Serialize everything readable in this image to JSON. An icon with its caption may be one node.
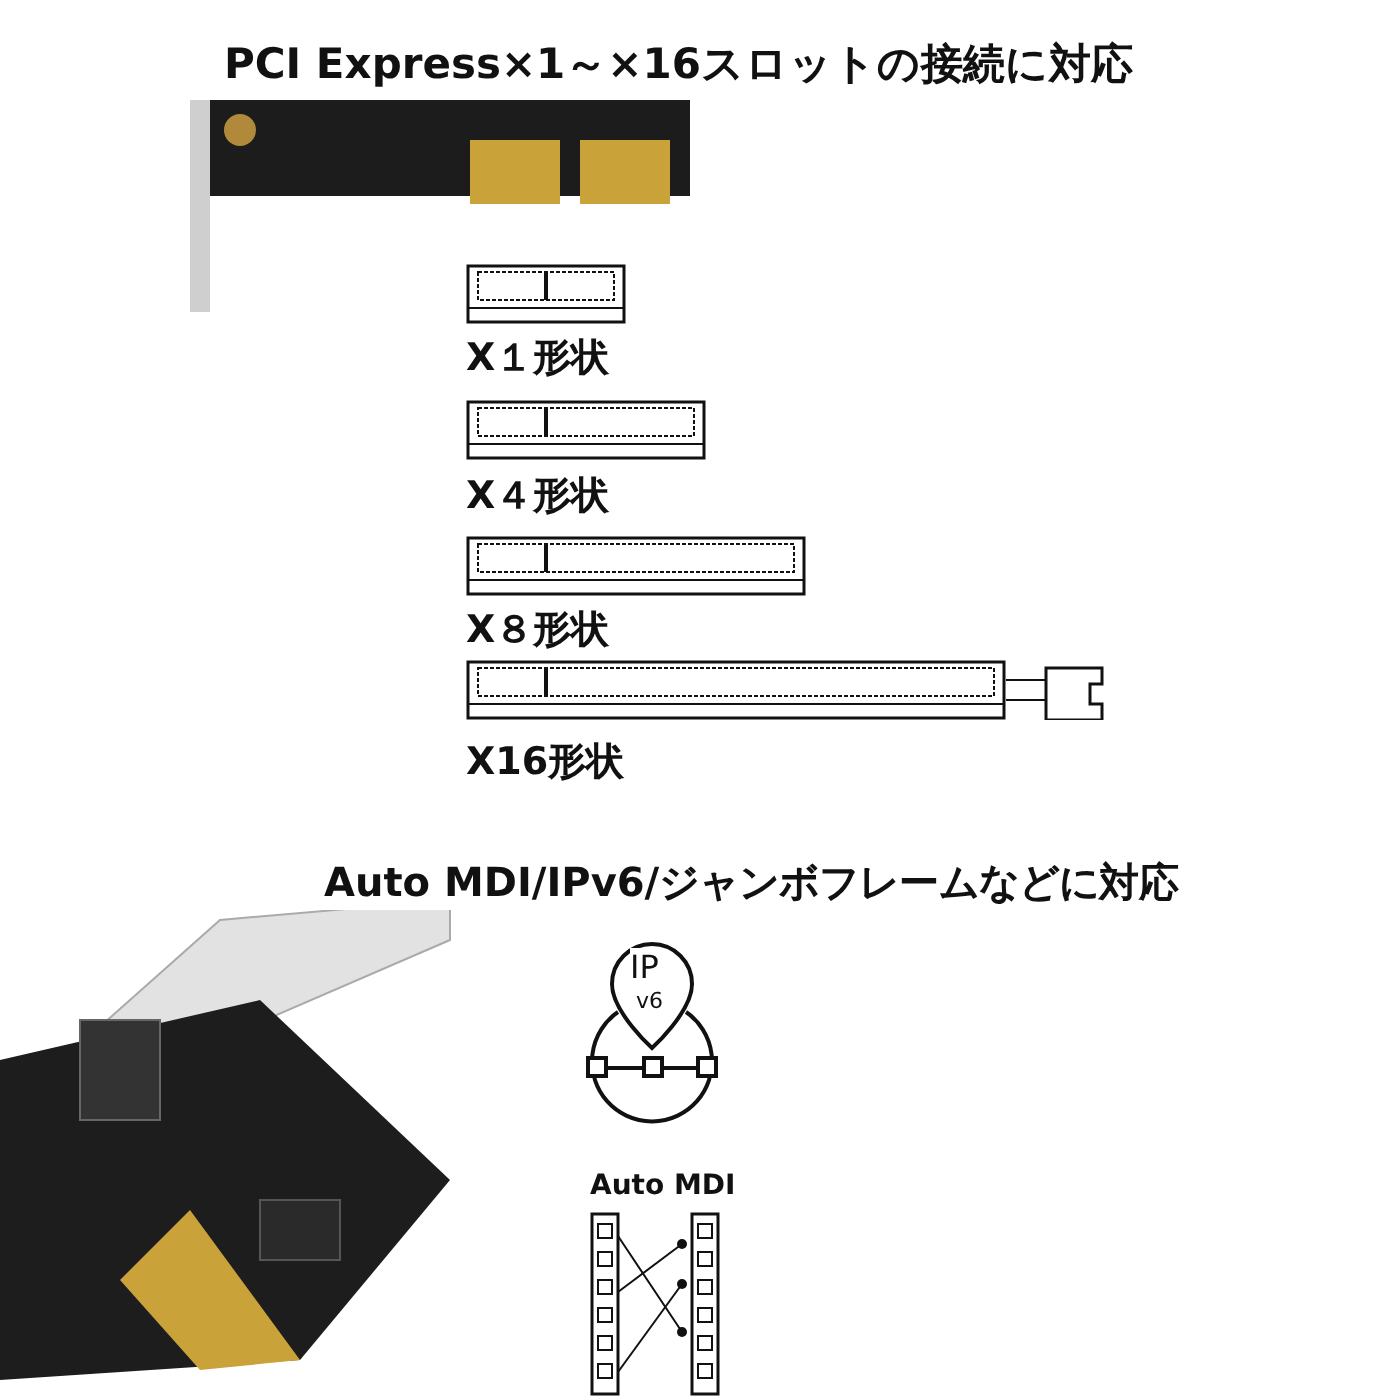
{
  "diagram": {
    "labels": [
      "PCI Express×1～×16スロットの接続に対応",
      "X１形状",
      "X４形状",
      "X８形状",
      "X16形状",
      "Auto MDI/IPv6/ジャンボフレームなどに対応",
      "IP",
      "v6",
      "Auto MDI"
    ]
  }
}
